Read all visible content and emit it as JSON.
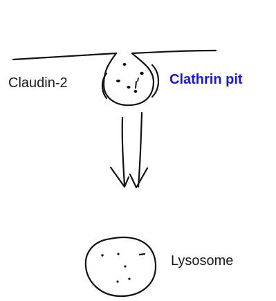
{
  "labels": {
    "claudin": "Claudin-2",
    "clathrin_pit": "Clathrin pit",
    "lysosome": "Lysosome"
  },
  "colors": {
    "ink": "#111111",
    "clathrin_label": "#1a1acc",
    "text": "#1a1a1a"
  }
}
